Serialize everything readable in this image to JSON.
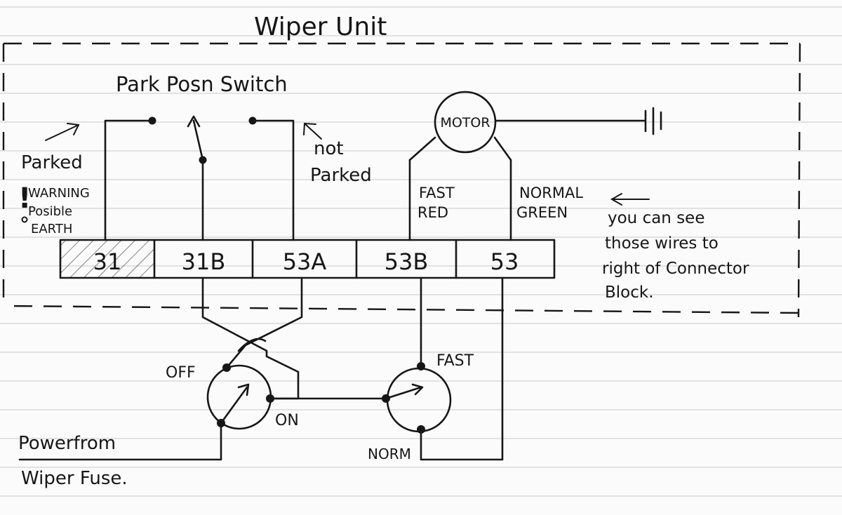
{
  "diagram": {
    "title": "Wiper Unit",
    "park_switch_label": "Park Posn Switch",
    "parked_label": "Parked",
    "not_parked_label": [
      "not",
      "Parked"
    ],
    "warning_mark": "!",
    "warning_lines": [
      "WARNING",
      "Posible",
      "EARTH"
    ],
    "motor_label": "MOTOR",
    "fast_wire_label": [
      "FAST",
      "RED"
    ],
    "normal_wire_label": [
      "NORMAL",
      "GREEN"
    ],
    "note_lines": [
      "you can see",
      "those wires to",
      "right of Connector",
      "Block."
    ],
    "terminals": [
      "31",
      "31B",
      "53A",
      "53B",
      "53"
    ],
    "main_switch": {
      "off_label": "OFF",
      "on_label": "ON"
    },
    "speed_switch": {
      "fast_label": "FAST",
      "norm_label": "NORM"
    },
    "power_lines": [
      "Powerfrom",
      "Wiper Fuse."
    ]
  },
  "colors": {
    "ink": "#161616",
    "paper": "#fbfbfb",
    "rule": "#c9c9c9"
  }
}
